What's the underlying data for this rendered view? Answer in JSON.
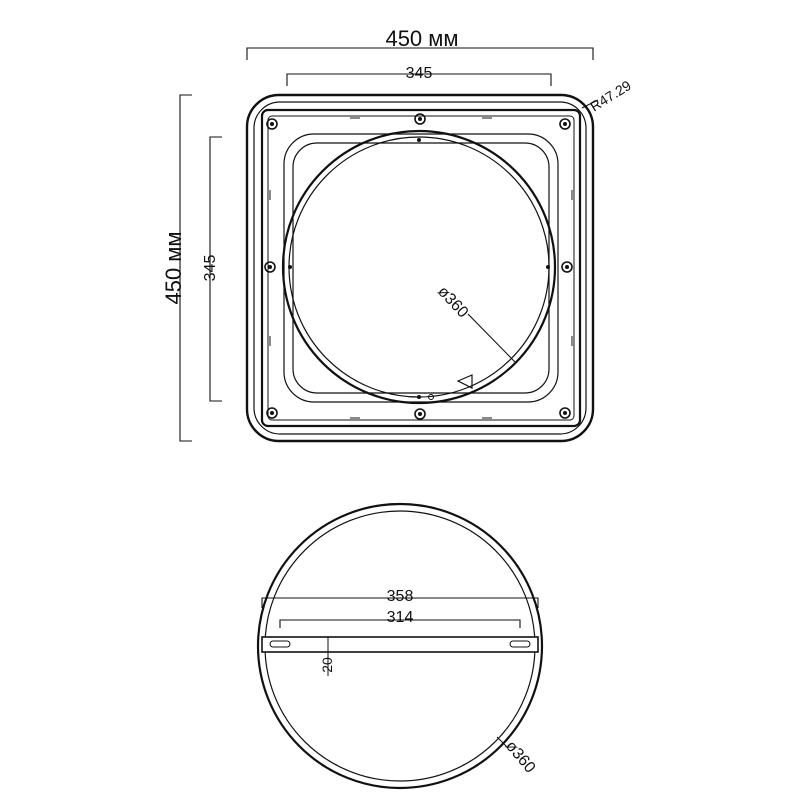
{
  "top_view": {
    "overall_width": "450 мм",
    "overall_height": "450 мм",
    "mount_width": "345",
    "mount_height": "345",
    "corner_radius": "R47.29",
    "ring_diameter": "ø360"
  },
  "bottom_view": {
    "bracket_length": "358",
    "hole_spacing": "314",
    "bracket_height": "20",
    "outer_diameter": "ø360"
  }
}
